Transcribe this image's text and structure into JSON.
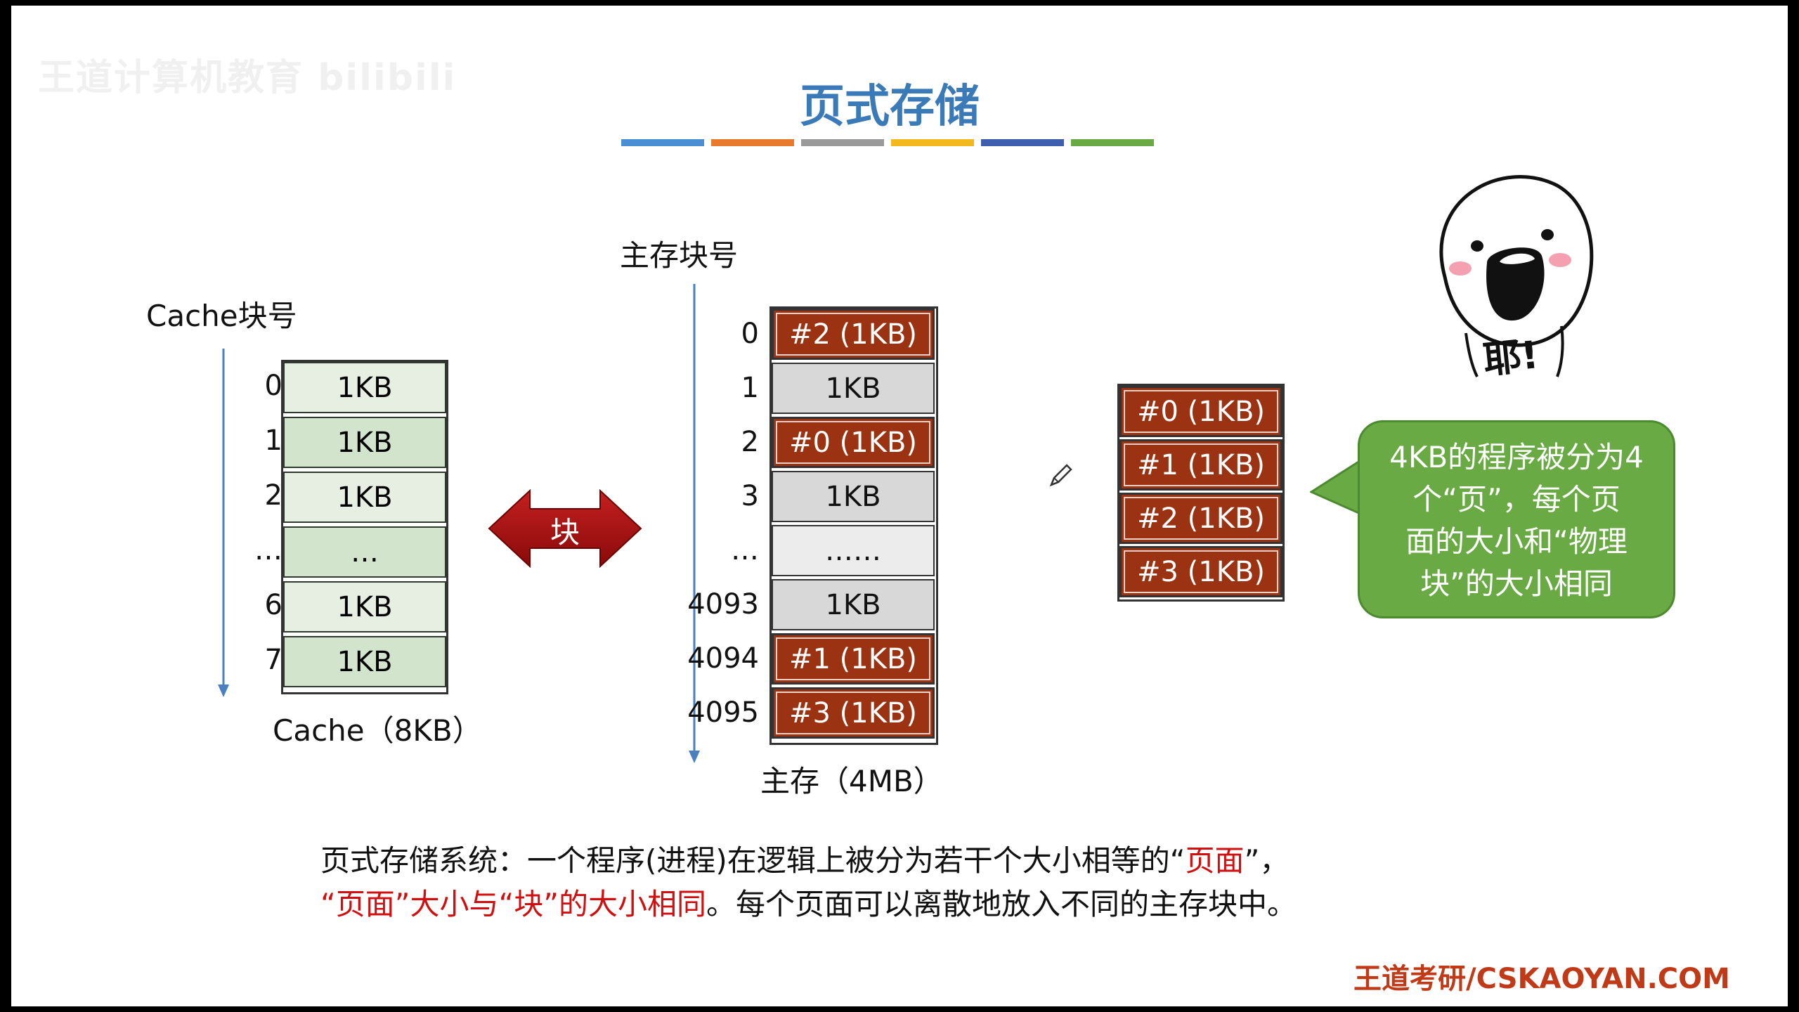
{
  "watermark": "王道计算机教育 bilibili",
  "title": "页式存储",
  "title_bar_colors": [
    "#4a8fd4",
    "#e87a2e",
    "#9a9a9a",
    "#f2b81e",
    "#3d5fae",
    "#6aaa45"
  ],
  "cache": {
    "index_label": "Cache块号",
    "caption": "Cache（8KB）",
    "rows": [
      {
        "index": "0",
        "text": "1KB"
      },
      {
        "index": "1",
        "text": "1KB"
      },
      {
        "index": "2",
        "text": "1KB"
      },
      {
        "index": "…",
        "text": "…"
      },
      {
        "index": "6",
        "text": "1KB"
      },
      {
        "index": "7",
        "text": "1KB"
      }
    ]
  },
  "arrow_label": "块",
  "memory": {
    "index_label": "主存块号",
    "caption": "主存（4MB）",
    "rows": [
      {
        "index": "0",
        "text": "#2 (1KB)",
        "kind": "red"
      },
      {
        "index": "1",
        "text": "1KB",
        "kind": "gray"
      },
      {
        "index": "2",
        "text": "#0 (1KB)",
        "kind": "red"
      },
      {
        "index": "3",
        "text": "1KB",
        "kind": "gray"
      },
      {
        "index": "…",
        "text": "……",
        "kind": "light"
      },
      {
        "index": "4093",
        "text": "1KB",
        "kind": "gray"
      },
      {
        "index": "4094",
        "text": "#1 (1KB)",
        "kind": "red"
      },
      {
        "index": "4095",
        "text": "#3 (1KB)",
        "kind": "red"
      }
    ]
  },
  "program_pages": [
    "#0 (1KB)",
    "#1 (1KB)",
    "#2 (1KB)",
    "#3 (1KB)"
  ],
  "bubble_lines": [
    "4KB的程序被分为4",
    "个“页”，每个页",
    "面的大小和“物理",
    "块”的大小相同"
  ],
  "mascot_text": "耶!",
  "bottom": {
    "line1_a": "页式存储系统：一个程序(进程)在逻辑上被分为若干个大小相等的“",
    "line1_red": "页面",
    "line1_b": "”，",
    "line2_red": "“页面”大小与“块”的大小相同",
    "line2_b": "。每个页面可以离散地放入不同的主存块中。"
  },
  "footer": "王道考研/CSKAOYAN.COM"
}
